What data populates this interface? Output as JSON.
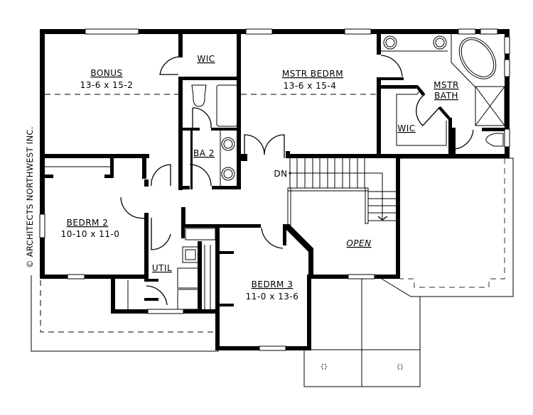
{
  "plan": {
    "type": "upper floor plan",
    "copyright": "© ARCHITECTS NORTHWEST INC.",
    "rooms": [
      {
        "name": "BONUS",
        "dims": "13-6 x 15-2"
      },
      {
        "name": "WIC",
        "dims": ""
      },
      {
        "name": "MSTR BEDRM",
        "dims": "13-6 x 15-4"
      },
      {
        "name": "MSTR",
        "name2": "BATH",
        "dims": ""
      },
      {
        "name": "WIC",
        "dims": ""
      },
      {
        "name": "BA 2",
        "dims": ""
      },
      {
        "name": "BEDRM 2",
        "dims": "10-10 x 11-0"
      },
      {
        "name": "UTIL",
        "dims": ""
      },
      {
        "name": "BEDRM 3",
        "dims": "11-0 x 13-6"
      },
      {
        "name": "OPEN",
        "dims": ""
      }
    ],
    "stair_label": "DN"
  },
  "colors": {
    "wall": "#000000",
    "background": "#ffffff",
    "roofline": "#555555"
  }
}
